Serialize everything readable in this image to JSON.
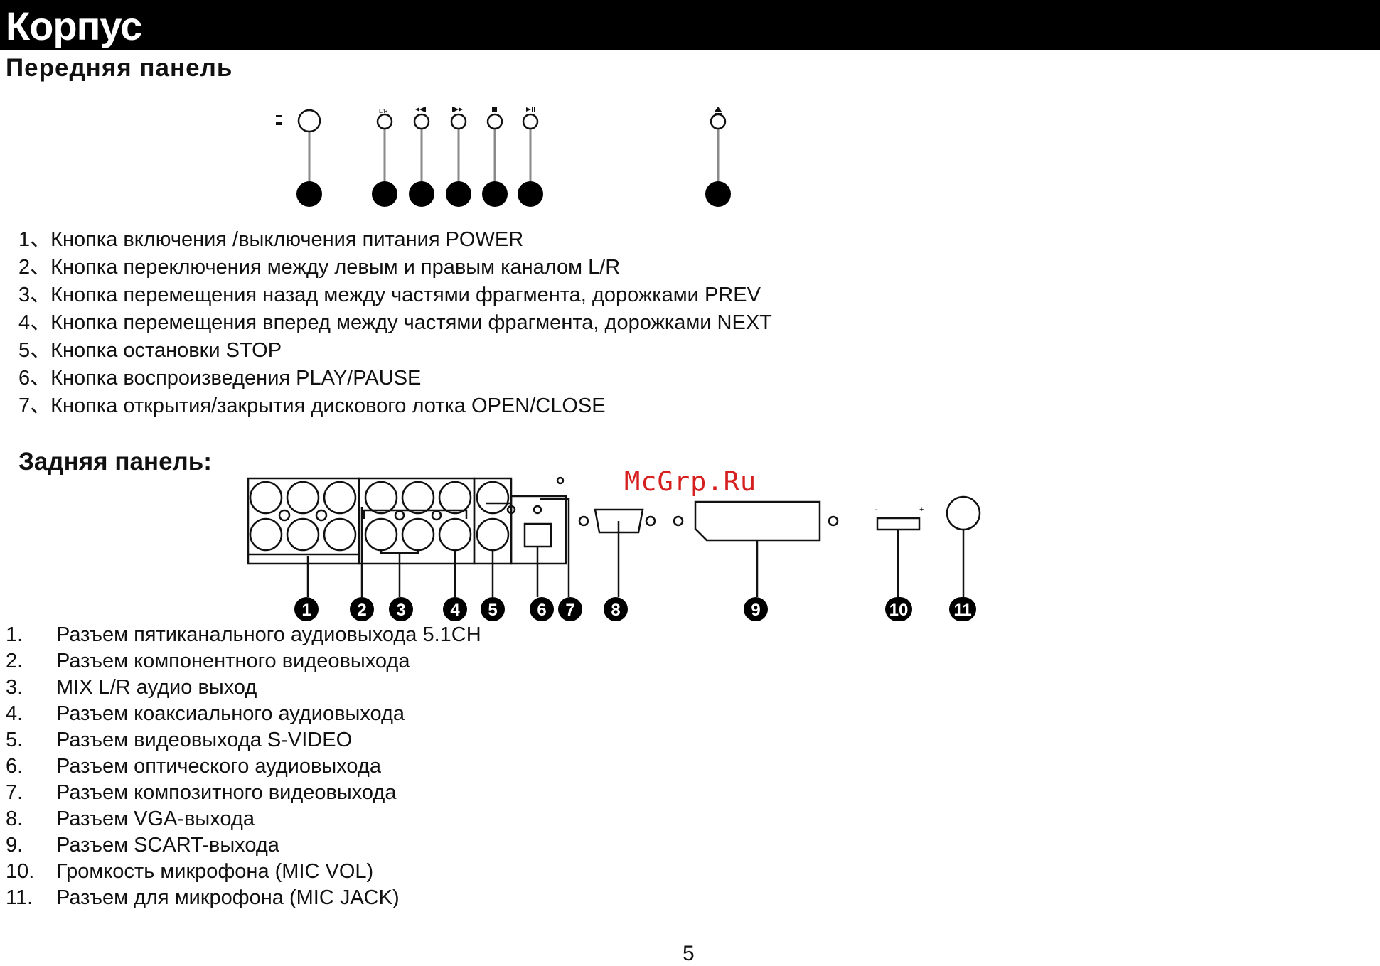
{
  "header": {
    "title": "Корпус"
  },
  "front_panel": {
    "title": "Передняя панель",
    "button_labels": [
      "L/R"
    ],
    "items": [
      {
        "num": "1、",
        "text": "Кнопка включения /выключения питания POWER"
      },
      {
        "num": "2、",
        "text": "Кнопка переключения между левым и правым каналом L/R"
      },
      {
        "num": "3、",
        "text": "Кнопка перемещения назад между частями фрагмента, дорожками PREV"
      },
      {
        "num": "4、",
        "text": "Кнопка перемещения вперед между частями фрагмента, дорожками NEXT"
      },
      {
        "num": "5、",
        "text": "Кнопка остановки STOP"
      },
      {
        "num": "6、",
        "text": "Кнопка воспроизведения PLAY/PAUSE"
      },
      {
        "num": "7、",
        "text": "Кнопка открытия/закрытия дискового лотка OPEN/CLOSE"
      }
    ]
  },
  "back_panel": {
    "title": "Задняя панель:",
    "markers": [
      "1",
      "2",
      "3",
      "4",
      "5",
      "6",
      "7",
      "8",
      "9",
      "10",
      "11"
    ],
    "mic_vol_signs": [
      "-",
      "+"
    ],
    "items": [
      {
        "num": "1.",
        "text": "Разъем пятиканального аудиовыхода 5.1CH"
      },
      {
        "num": "2.",
        "text": "Разъем компонентного видеовыхода"
      },
      {
        "num": "3.",
        "text": "MIX L/R аудио выход"
      },
      {
        "num": "4.",
        "text": "Разъем коаксиального аудиовыхода"
      },
      {
        "num": "5.",
        "text": "Разъем видеовыхода S-VIDEO"
      },
      {
        "num": "6.",
        "text": "Разъем оптического аудиовыхода"
      },
      {
        "num": "7.",
        "text": "Разъем композитного видеовыхода"
      },
      {
        "num": "8.",
        "text": "Разъем VGA-выхода"
      },
      {
        "num": "9.",
        "text": "Разъем SCART-выхода"
      },
      {
        "num": "10.",
        "text": "Громкость микрофона (MIC VOL)"
      },
      {
        "num": "11.",
        "text": "Разъем для микрофона (MIC JACK)"
      }
    ]
  },
  "watermark": "McGrp.Ru",
  "page_number": "5",
  "colors": {
    "title_bar": "#000000",
    "watermark": "#d62020",
    "leader_line": "#8a8a8a"
  }
}
